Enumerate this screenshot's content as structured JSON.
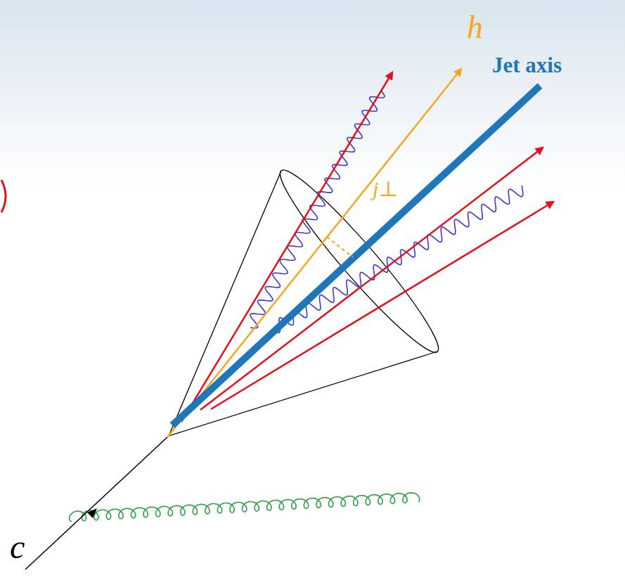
{
  "diagram": {
    "labels": [
      "h",
      "Jet axis",
      "j⊥",
      "c"
    ]
  }
}
